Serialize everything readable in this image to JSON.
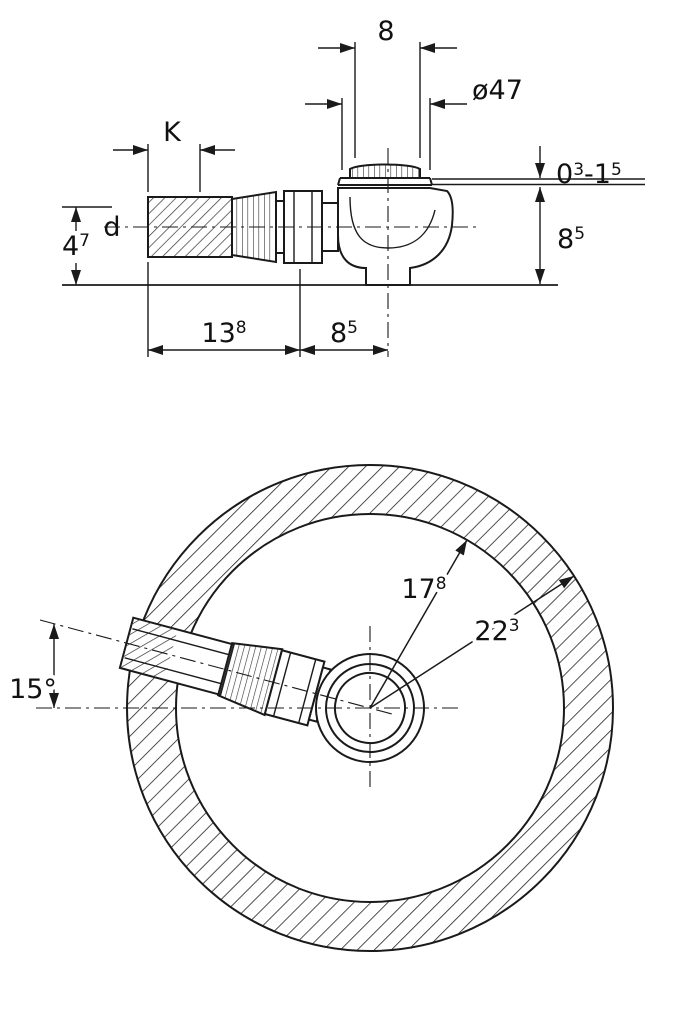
{
  "drawing": {
    "side_view": {
      "dim_top": "8",
      "dim_flange_diameter": "ø47",
      "dim_insertion": "K",
      "label_pipe_diameter": "d",
      "dim_axis_height": {
        "main": "4",
        "sup": "7"
      },
      "dim_rim_height": {
        "p1": "0",
        "s1": "3",
        "p2": "-1",
        "s2": "5"
      },
      "dim_body_height": {
        "main": "8",
        "sup": "5"
      },
      "dim_inlet_length": {
        "main": "13",
        "sup": "8"
      },
      "dim_outlet_offset": {
        "main": "8",
        "sup": "5"
      }
    },
    "plan_view": {
      "dim_inner_radius": {
        "main": "17",
        "sup": "8"
      },
      "dim_outer_radius": {
        "main": "22",
        "sup": "3"
      },
      "dim_pipe_angle": "15°"
    },
    "colors": {
      "line": "#1a1a1a",
      "background": "#ffffff"
    }
  }
}
